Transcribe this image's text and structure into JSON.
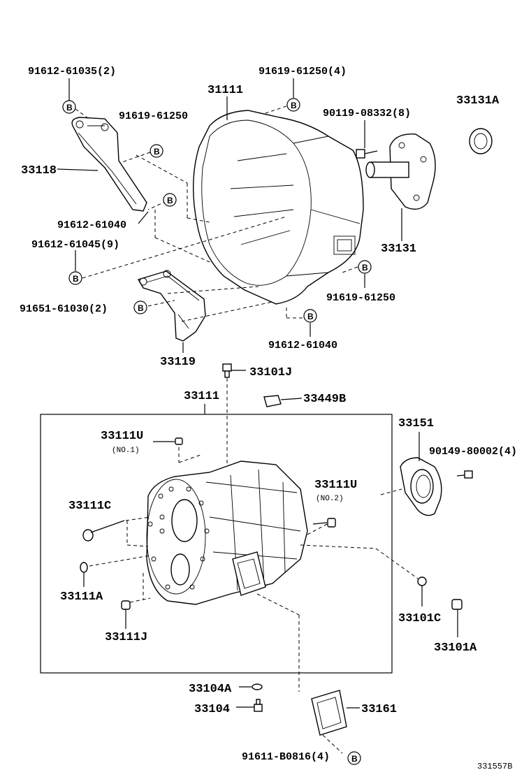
{
  "symbol_letter": "B",
  "labels": {
    "p91612_61035": "91612-61035(2)",
    "p91619_61250_4": "91619-61250(4)",
    "p31111_top": "31111",
    "p33131A": "33131A",
    "p91619_61250_a": "91619-61250",
    "p90119_08332": "90119-08332(8)",
    "p33118": "33118",
    "p91612_61040_a": "91612-61040",
    "p91612_61045": "91612-61045(9)",
    "p33131": "33131",
    "p91619_61250_b": "91619-61250",
    "p91651_61030": "91651-61030(2)",
    "p91612_61040_b": "91612-61040",
    "p33119": "33119",
    "p33101J": "33101J",
    "p33111_mid": "33111",
    "p33449B": "33449B",
    "p33151": "33151",
    "p33111U_1": "33111U",
    "p33111U_1_note": "(NO.1)",
    "p90149_80002": "90149-80002(4)",
    "p33111U_2": "33111U",
    "p33111U_2_note": "(NO.2)",
    "p33111C": "33111C",
    "p33111A": "33111A",
    "p33101C": "33101C",
    "p33111J": "33111J",
    "p33101A": "33101A",
    "p33104A": "33104A",
    "p33104": "33104",
    "p33161": "33161",
    "p91611_B0816": "91611-B0816(4)",
    "drawing_number": "331557B"
  }
}
